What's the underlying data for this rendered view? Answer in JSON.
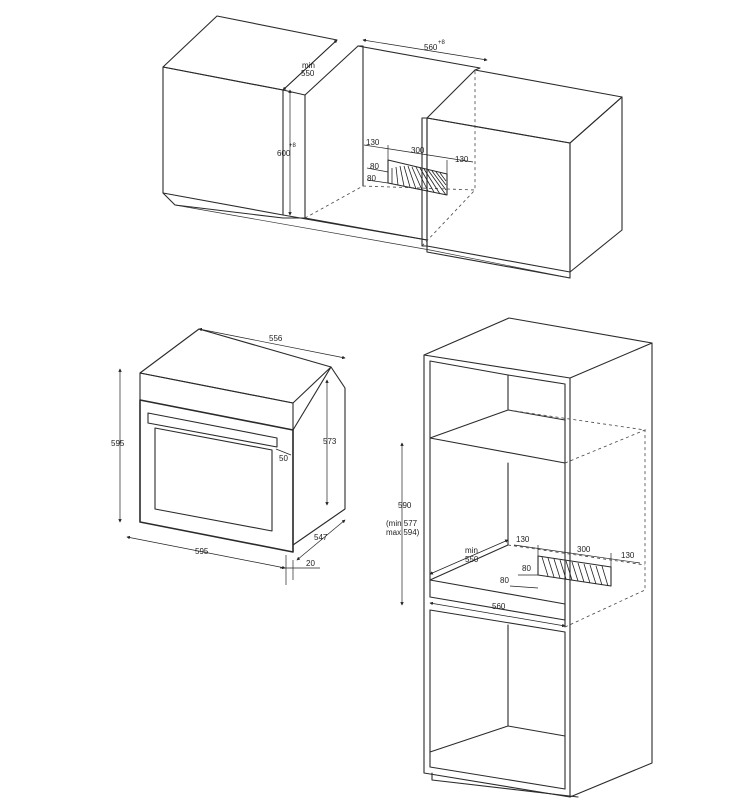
{
  "top_view": {
    "width_label": "560",
    "width_tol": "+8",
    "depth_min": "min",
    "depth_val": "550",
    "height_label": "600",
    "height_tol": "+8",
    "vent_left": "130",
    "vent_width": "300",
    "vent_right": "130",
    "vent_depth_a": "80",
    "vent_depth_b": "80"
  },
  "oven_view": {
    "width_top": "556",
    "height_left": "595",
    "height_right": "573",
    "width_bottom": "595",
    "depth": "547",
    "handle_offset": "50",
    "front_thickness": "20"
  },
  "column_view": {
    "niche_height": "590",
    "niche_min": "(min 577",
    "niche_max": "max 594)",
    "depth_min": "min",
    "depth_val": "550",
    "vent_left": "130",
    "vent_width": "300",
    "vent_right": "130",
    "vent_depth_a": "80",
    "vent_depth_b": "80",
    "niche_width": "560"
  }
}
